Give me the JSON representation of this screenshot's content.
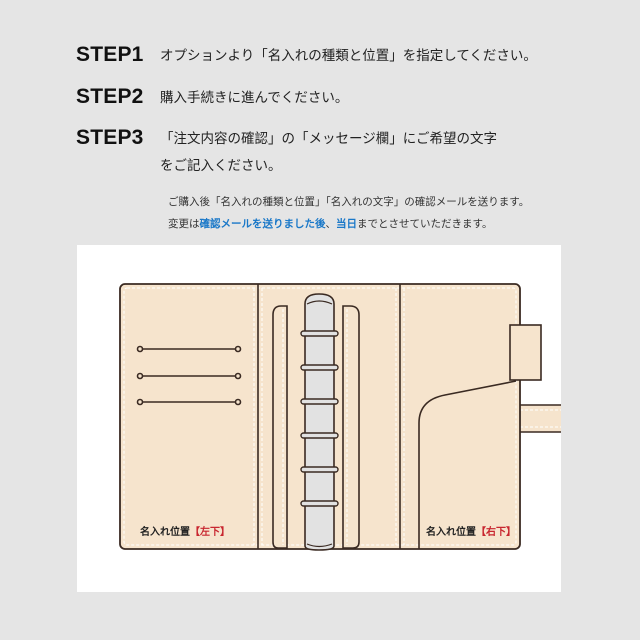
{
  "steps": [
    {
      "label": "STEP1",
      "text_lines": [
        "オプションより「名入れの種類と位置」を指定してください。"
      ]
    },
    {
      "label": "STEP2",
      "text_lines": [
        "購入手続きに進んでください。"
      ]
    },
    {
      "label": "STEP3",
      "text_lines": [
        "「注文内容の確認」の「メッセージ欄」にご希望の文字",
        "をご記入ください。"
      ]
    }
  ],
  "notes": {
    "line1": "ご購入後「名入れの種類と位置」「名入れの文字」の確認メールを送ります。",
    "line2_prefix": "変更は",
    "line2_highlight1": "確認メールを送りました後",
    "line2_sep": "、",
    "line2_highlight2": "当日",
    "line2_suffix": "までとさせていただきます。",
    "highlight_color": "#1a78c8"
  },
  "diagram": {
    "planner_color": "#f6e4cd",
    "outline_color": "#3a2a22",
    "ring_fill": "#e2e2e2",
    "positions": {
      "left": {
        "label": "名入れ位置",
        "bracket": "【左下】"
      },
      "right": {
        "label": "名入れ位置",
        "bracket": "【右下】"
      }
    },
    "bracket_color": "#c8262f"
  }
}
